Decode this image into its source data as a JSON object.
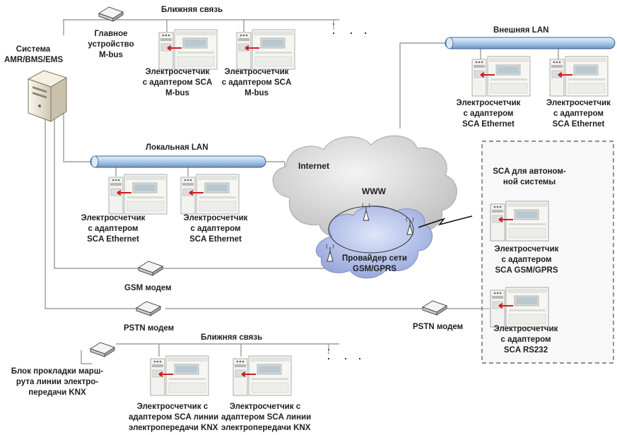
{
  "labels": {
    "near_link_top": "Ближняя связь",
    "system": [
      "Система",
      "AMR/BMS/EMS"
    ],
    "main_device": [
      "Главное",
      "устройство",
      "M-bus"
    ],
    "meter_mbus_1": [
      "Электросчетчик",
      "с адаптером SCA",
      "M-bus"
    ],
    "meter_mbus_2": [
      "Электросчетчик",
      "с адаптером SCA",
      "M-bus"
    ],
    "external_lan": "Внешняя LAN",
    "meter_ext_eth_1": [
      "Электросчетчик",
      "с адаптером",
      "SCA Ethernet"
    ],
    "meter_ext_eth_2": [
      "Электросчетчик",
      "с адаптером",
      "SCA Ethernet"
    ],
    "local_lan": "Локальная LAN",
    "internet": "Internet",
    "www": "WWW",
    "meter_loc_eth_1": [
      "Электросчетчик",
      "с адаптером",
      "SCA Ethernet"
    ],
    "meter_loc_eth_2": [
      "Электросчетчик",
      "с адаптером",
      "SCA Ethernet"
    ],
    "sca_standalone": [
      "SCA для автоном-",
      "ной системы"
    ],
    "provider": [
      "Провайдер сети",
      "GSM/GPRS"
    ],
    "meter_gsm": [
      "Электросчетчик",
      "с адаптером",
      "SCA GSM/GPRS"
    ],
    "gsm_modem": "GSM модем",
    "pstn_modem_left": "PSTN модем",
    "pstn_modem_right": "PSTN модем",
    "meter_rs232": [
      "Электросчетчик",
      "с адаптером",
      "SCA RS232"
    ],
    "near_link_bottom": "Ближняя связь",
    "knx_router": [
      "Блок прокладки марш-",
      "рута линии электро-",
      "передачи KNX"
    ],
    "meter_knx_1": [
      "Электросчетчик с",
      "адаптером SCA линии",
      "электропередачи KNX"
    ],
    "meter_knx_2": [
      "Электросчетчик с",
      "адаптером SCA линии",
      "электропередачи KNX"
    ]
  },
  "icons": {
    "server": "server-tower-icon",
    "modem": "modem-icon",
    "meter": "electricity-meter-icon",
    "antenna": "antenna-icon",
    "cloud": "cloud-icon",
    "lan": "lan-bus-icon"
  },
  "colors": {
    "line": "#8a8a8a",
    "bus_fill": "#b8d4ee",
    "bus_edge": "#3a5f8a",
    "cloud": "#d2d2d2",
    "gsm_cloud": "#a8b6e0",
    "dash_box": "#6a6a6a",
    "arrow": "#cc1e1e"
  }
}
